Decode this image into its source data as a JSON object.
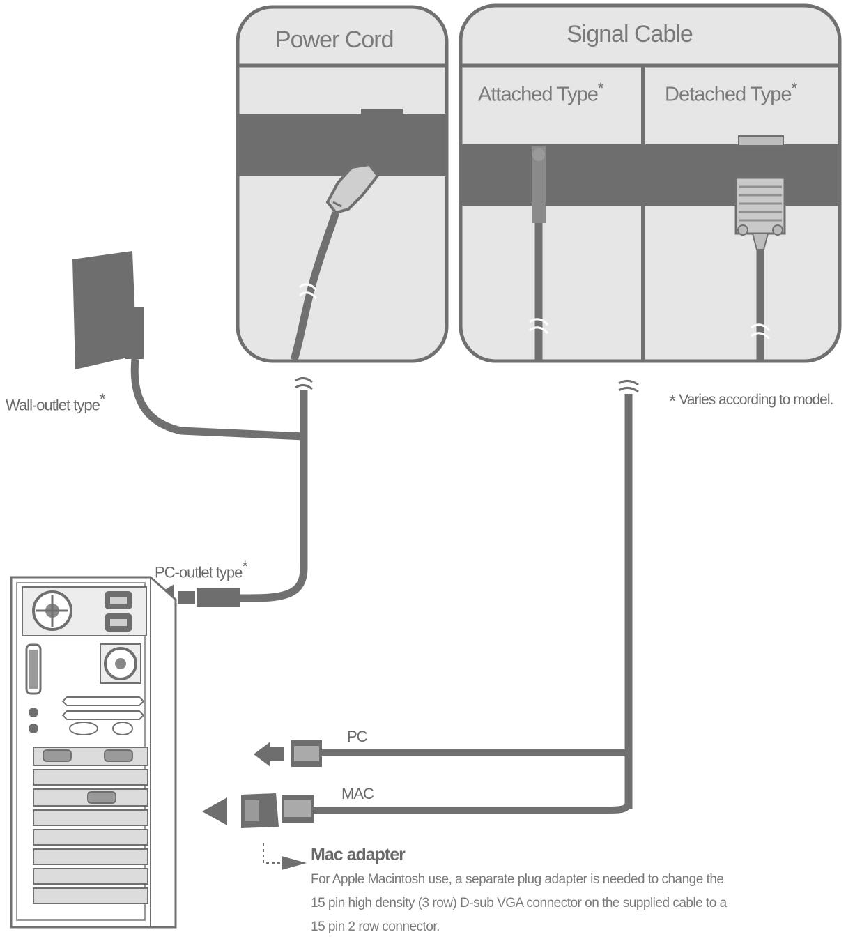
{
  "panels": {
    "power_cord": {
      "title": "Power Cord"
    },
    "signal_cable": {
      "title": "Signal Cable",
      "attached": "Attached Type",
      "detached": "Detached Type"
    }
  },
  "labels": {
    "wall_outlet": "Wall-outlet type",
    "pc_outlet": "PC-outlet type",
    "asterisk": "*",
    "varies": "Varies according to model.",
    "pc": "PC",
    "mac": "MAC"
  },
  "mac_adapter": {
    "title": "Mac adapter",
    "description": "For Apple Macintosh use, a separate plug adapter is needed to change the 15 pin high density (3 row) D-sub VGA connector on the supplied cable to a 15 pin 2 row connector."
  },
  "colors": {
    "line": "#707070",
    "panel_fill": "#e6e6e6",
    "band": "#6e6e6e",
    "text": "#6d6d6d"
  }
}
